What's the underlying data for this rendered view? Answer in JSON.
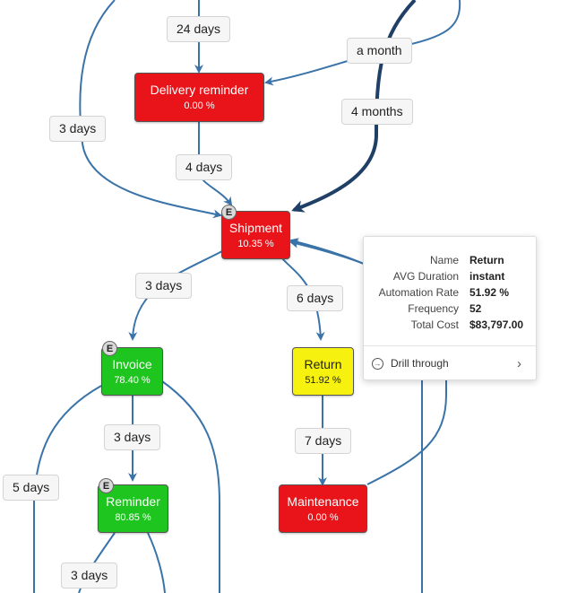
{
  "nodes": {
    "delivery_reminder": {
      "name": "Delivery reminder",
      "rate": "0.00 %",
      "color": "#e8141a"
    },
    "shipment": {
      "name": "Shipment",
      "rate": "10.35 %",
      "badge": "E",
      "color": "#e8141a"
    },
    "invoice": {
      "name": "Invoice",
      "rate": "78.40 %",
      "badge": "E",
      "color": "#1ec51e"
    },
    "return": {
      "name": "Return",
      "rate": "51.92 %",
      "color": "#f6f10e"
    },
    "reminder": {
      "name": "Reminder",
      "rate": "80.85 %",
      "badge": "E",
      "color": "#1ec51e"
    },
    "maintenance": {
      "name": "Maintenance",
      "rate": "0.00 %",
      "color": "#e8141a"
    }
  },
  "edges": {
    "e24days": "24 days",
    "amonth": "a month",
    "fourmonths": "4 months",
    "threedays_left": "3 days",
    "fourdays": "4 days",
    "threedays_invoice": "3 days",
    "sixdays": "6 days",
    "threedays_reminder": "3 days",
    "sevendays": "7 days",
    "fivedays": "5 days",
    "threedays_bottom": "3 days"
  },
  "tooltip": {
    "rows": [
      {
        "key": "Name",
        "value": "Return"
      },
      {
        "key": "AVG Duration",
        "value": "instant"
      },
      {
        "key": "Automation Rate",
        "value": "51.92 %"
      },
      {
        "key": "Frequency",
        "value": "52"
      },
      {
        "key": "Total Cost",
        "value": "$83,797.00"
      }
    ],
    "drill_label": "Drill through"
  },
  "colors": {
    "edge": "#3a73a8",
    "edge_strong": "#1f3f66"
  }
}
